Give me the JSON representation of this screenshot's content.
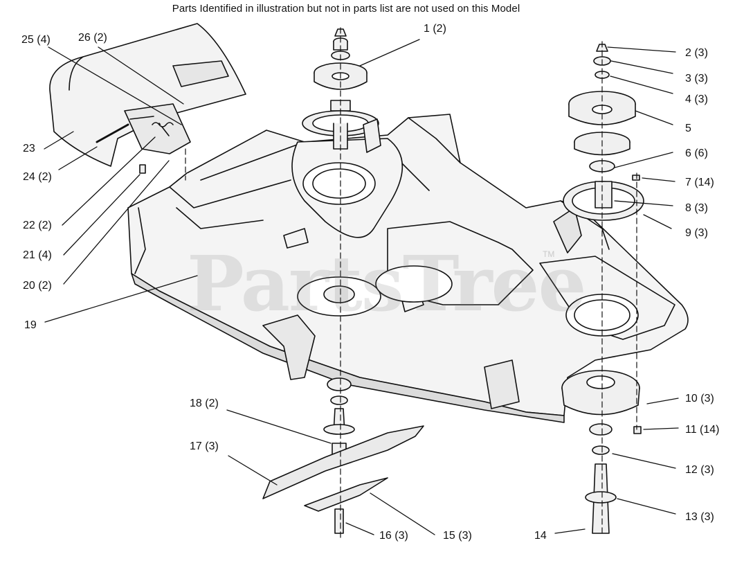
{
  "header": {
    "note": "Parts Identified  in illustration but not in parts list are not used on this Model"
  },
  "watermark": {
    "text": "PartsTree",
    "trademark": "TM"
  },
  "callouts": [
    {
      "id": "c1",
      "label": "1 (2)"
    },
    {
      "id": "c2",
      "label": "2 (3)"
    },
    {
      "id": "c3",
      "label": "3 (3)"
    },
    {
      "id": "c4",
      "label": "4 (3)"
    },
    {
      "id": "c5",
      "label": "5"
    },
    {
      "id": "c6",
      "label": "6 (6)"
    },
    {
      "id": "c7",
      "label": "7 (14)"
    },
    {
      "id": "c8",
      "label": "8 (3)"
    },
    {
      "id": "c9",
      "label": "9 (3)"
    },
    {
      "id": "c10",
      "label": "10 (3)"
    },
    {
      "id": "c11",
      "label": "11 (14)"
    },
    {
      "id": "c12",
      "label": "12 (3)"
    },
    {
      "id": "c13",
      "label": "13 (3)"
    },
    {
      "id": "c14",
      "label": "14"
    },
    {
      "id": "c15",
      "label": "15 (3)"
    },
    {
      "id": "c16",
      "label": "16 (3)"
    },
    {
      "id": "c17",
      "label": "17 (3)"
    },
    {
      "id": "c18",
      "label": "18 (2)"
    },
    {
      "id": "c19",
      "label": "19"
    },
    {
      "id": "c20",
      "label": "20 (2)"
    },
    {
      "id": "c21",
      "label": "21 (4)"
    },
    {
      "id": "c22",
      "label": "22 (2)"
    },
    {
      "id": "c23",
      "label": "23"
    },
    {
      "id": "c24",
      "label": "24 (2)"
    },
    {
      "id": "c25",
      "label": "25 (4)"
    },
    {
      "id": "c26",
      "label": "26 (2)"
    }
  ]
}
